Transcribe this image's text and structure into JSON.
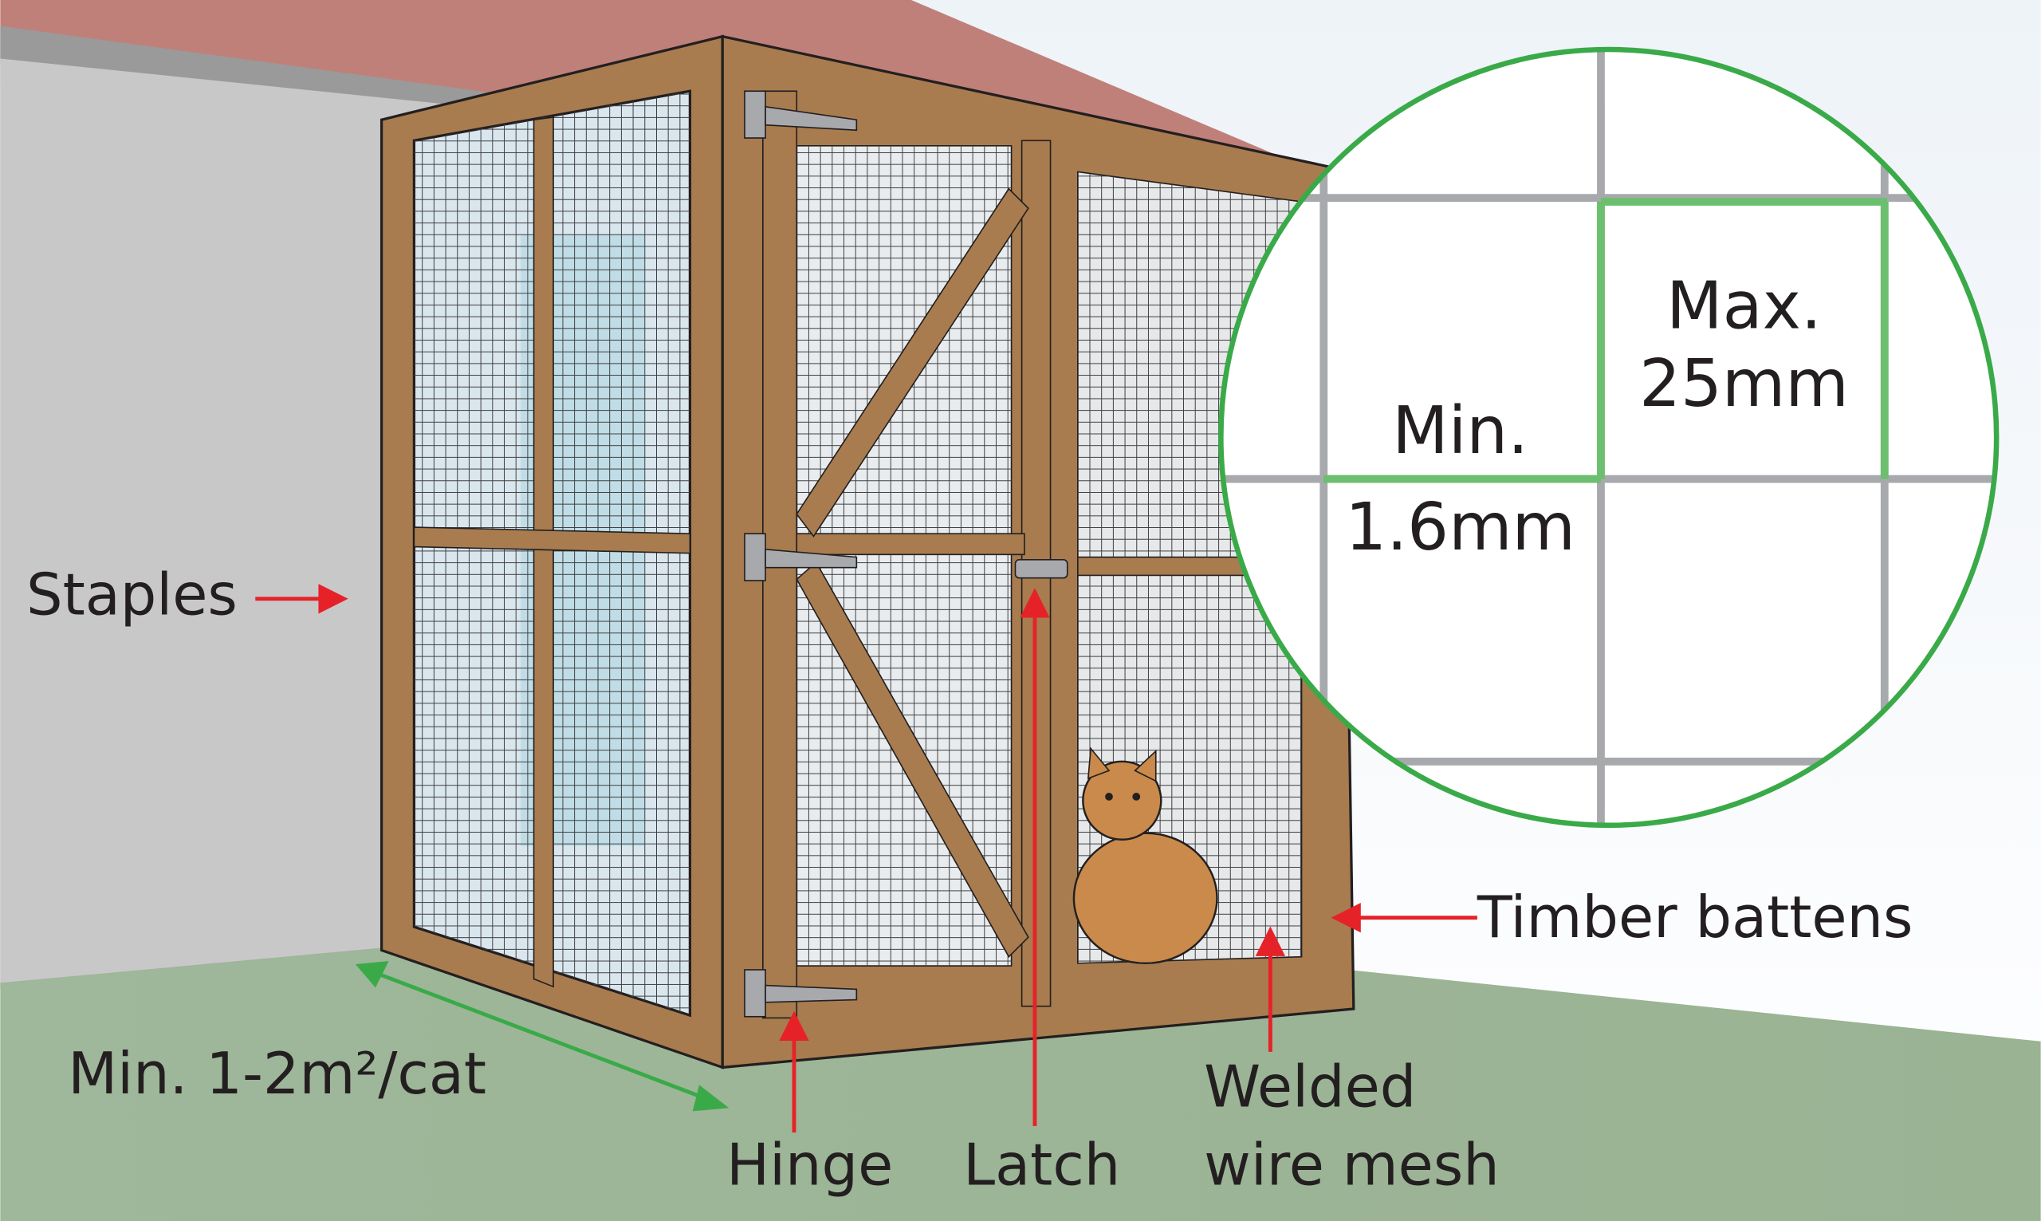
{
  "labels": {
    "staples": "Staples",
    "area": "Min. 1-2m²/cat",
    "hinge": "Hinge",
    "latch": "Latch",
    "mesh_line1": "Welded",
    "mesh_line2": "wire mesh",
    "battens": "Timber battens"
  },
  "inset": {
    "max_line1": "Max.",
    "max_line2": "25mm",
    "min_line1": "Min.",
    "min_line2": "1.6mm"
  },
  "colors": {
    "timber": "#a87c4f",
    "arrow_red": "#e62229",
    "arrow_green": "#3aaa49",
    "ground": "#9db596",
    "wall": "#c9c8c9",
    "roof": "#bf8079",
    "wire": "#a7a9ac"
  }
}
